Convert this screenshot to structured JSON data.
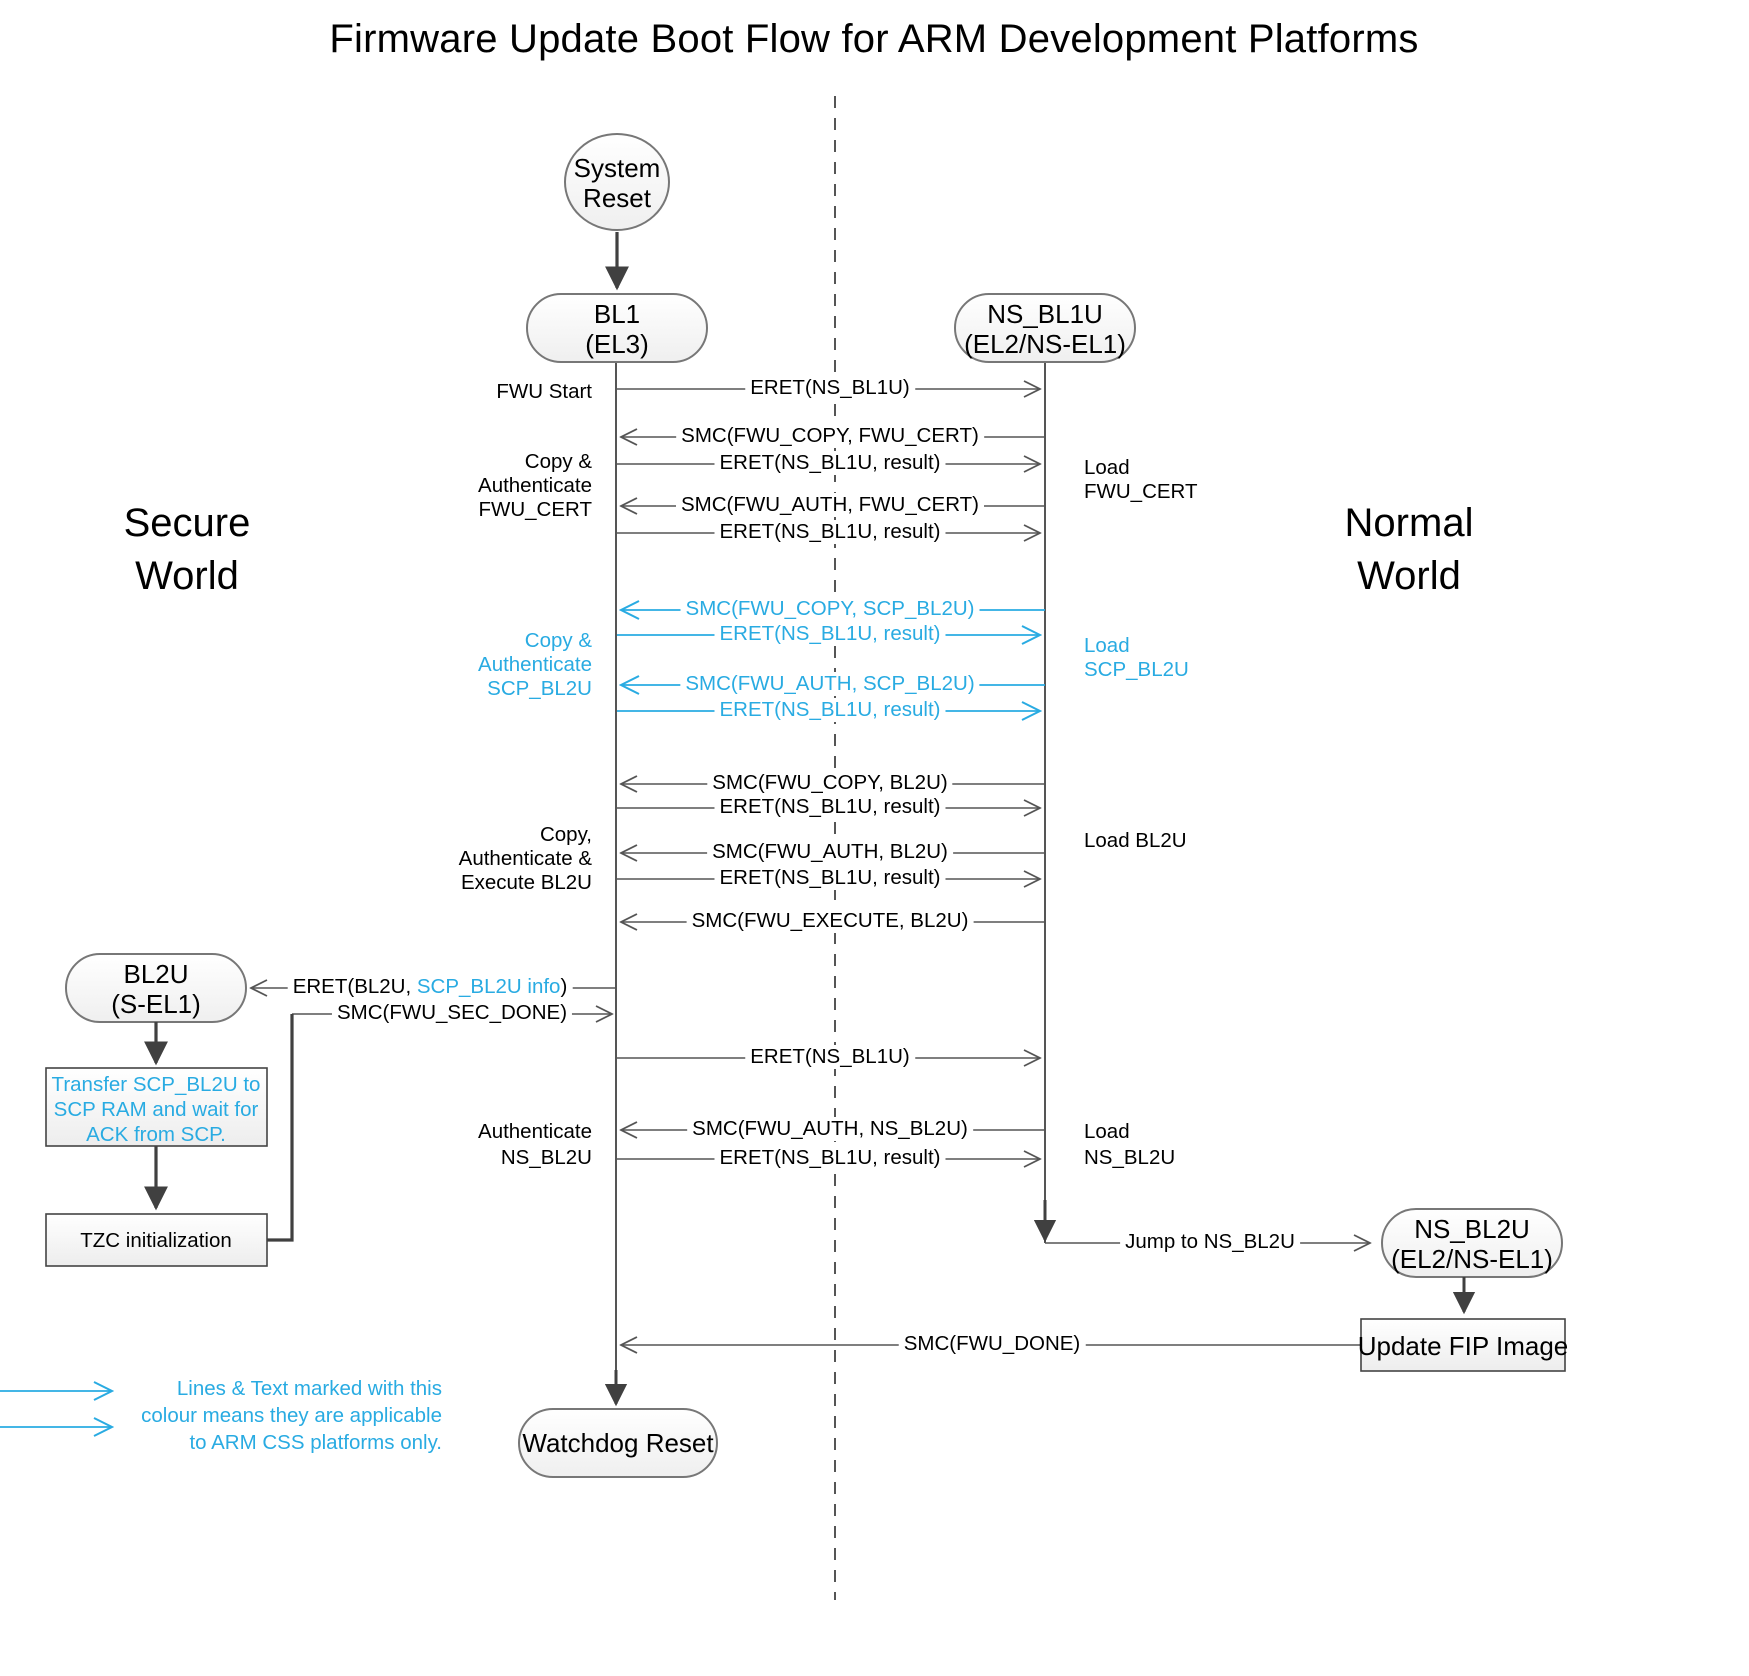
{
  "title": "Firmware Update Boot Flow for ARM Development Platforms",
  "colors": {
    "accent_cyan": "#29ABE2",
    "line_black": "#404040",
    "node_fill": "#f4f4f4",
    "text_black": "#000000"
  },
  "worlds": {
    "left": "Secure\nWorld",
    "left_line1": "Secure",
    "left_line2": "World",
    "right_line1": "Normal",
    "right_line2": "World"
  },
  "nodes": {
    "system_reset": {
      "line1": "System",
      "line2": "Reset",
      "shape": "ellipse"
    },
    "bl1": {
      "line1": "BL1",
      "line2": "(EL3)",
      "shape": "rounded"
    },
    "ns_bl1u": {
      "line1": "NS_BL1U",
      "line2": "(EL2/NS-EL1)",
      "shape": "rounded"
    },
    "bl2u": {
      "line1": "BL2U",
      "line2": "(S-EL1)",
      "shape": "rounded"
    },
    "ns_bl2u": {
      "line1": "NS_BL2U",
      "line2": "(EL2/NS-EL1)",
      "shape": "rounded"
    },
    "watchdog_reset": {
      "line1": "Watchdog Reset",
      "shape": "rounded"
    },
    "transfer_scp": {
      "line1": "Transfer SCP_BL2U to",
      "line2": "SCP RAM and wait for",
      "line3": "ACK from SCP.",
      "shape": "rect",
      "color": "#29ABE2"
    },
    "tzc_init": {
      "line1": "TZC initialization",
      "shape": "rect",
      "color": "#000000"
    },
    "update_fip": {
      "line1": "Update FIP Image",
      "shape": "rect",
      "color": "#000000"
    }
  },
  "messages": [
    {
      "id": "m1",
      "label": "ERET(NS_BL1U)",
      "dir": "right",
      "color": "#404040"
    },
    {
      "id": "m2",
      "label": "SMC(FWU_COPY, FWU_CERT)",
      "dir": "left",
      "color": "#404040"
    },
    {
      "id": "m3",
      "label": "ERET(NS_BL1U, result)",
      "dir": "right",
      "color": "#404040"
    },
    {
      "id": "m4",
      "label": "SMC(FWU_AUTH, FWU_CERT)",
      "dir": "left",
      "color": "#404040"
    },
    {
      "id": "m5",
      "label": "ERET(NS_BL1U, result)",
      "dir": "right",
      "color": "#404040"
    },
    {
      "id": "m6",
      "label": "SMC(FWU_COPY, SCP_BL2U)",
      "dir": "left",
      "color": "#29ABE2"
    },
    {
      "id": "m7",
      "label": "ERET(NS_BL1U, result)",
      "dir": "right",
      "color": "#29ABE2"
    },
    {
      "id": "m8",
      "label": "SMC(FWU_AUTH, SCP_BL2U)",
      "dir": "left",
      "color": "#29ABE2"
    },
    {
      "id": "m9",
      "label": "ERET(NS_BL1U, result)",
      "dir": "right",
      "color": "#29ABE2"
    },
    {
      "id": "m10",
      "label": "SMC(FWU_COPY, BL2U)",
      "dir": "left",
      "color": "#404040"
    },
    {
      "id": "m11",
      "label": "ERET(NS_BL1U, result)",
      "dir": "right",
      "color": "#404040"
    },
    {
      "id": "m12",
      "label": "SMC(FWU_AUTH, BL2U)",
      "dir": "left",
      "color": "#404040"
    },
    {
      "id": "m13",
      "label": "ERET(NS_BL1U, result)",
      "dir": "right",
      "color": "#404040"
    },
    {
      "id": "m14",
      "label": "SMC(FWU_EXECUTE, BL2U)",
      "dir": "left",
      "color": "#404040"
    },
    {
      "id": "m15",
      "label_pre": "ERET(BL2U, ",
      "label_cy": "SCP_BL2U info",
      "label_post": ")",
      "dir": "left",
      "color": "#404040"
    },
    {
      "id": "m16",
      "label": "SMC(FWU_SEC_DONE)",
      "dir": "right",
      "color": "#404040"
    },
    {
      "id": "m17",
      "label": "ERET(NS_BL1U)",
      "dir": "right",
      "color": "#404040"
    },
    {
      "id": "m18",
      "label": "SMC(FWU_AUTH, NS_BL2U)",
      "dir": "left",
      "color": "#404040"
    },
    {
      "id": "m19",
      "label": "ERET(NS_BL1U, result)",
      "dir": "right",
      "color": "#404040"
    },
    {
      "id": "m20",
      "label": "Jump to NS_BL2U",
      "dir": "right",
      "color": "#404040"
    },
    {
      "id": "m21",
      "label": "SMC(FWU_DONE)",
      "dir": "left",
      "color": "#404040"
    }
  ],
  "side_labels": {
    "left": [
      {
        "id": "s1",
        "lines": [
          "FWU Start"
        ],
        "color": "#000000"
      },
      {
        "id": "s2",
        "lines": [
          "Copy &",
          "Authenticate",
          "FWU_CERT"
        ],
        "color": "#000000"
      },
      {
        "id": "s3",
        "lines": [
          "Copy &",
          "Authenticate",
          "SCP_BL2U"
        ],
        "color": "#29ABE2"
      },
      {
        "id": "s4",
        "lines": [
          "Copy,",
          "Authenticate &",
          "Execute BL2U"
        ],
        "color": "#000000"
      },
      {
        "id": "s5",
        "lines": [
          "Authenticate",
          "NS_BL2U"
        ],
        "color": "#000000"
      }
    ],
    "right": [
      {
        "id": "r1",
        "lines": [
          "Load",
          "FWU_CERT"
        ],
        "color": "#000000"
      },
      {
        "id": "r2",
        "lines": [
          "Load",
          "SCP_BL2U"
        ],
        "color": "#29ABE2"
      },
      {
        "id": "r3",
        "lines": [
          "Load BL2U"
        ],
        "color": "#000000"
      },
      {
        "id": "r4",
        "lines": [
          "Load",
          "NS_BL2U"
        ],
        "color": "#000000"
      }
    ]
  },
  "legend": {
    "line1": "Lines & Text marked with this",
    "line2": "colour means they are applicable",
    "line3": "to ARM CSS platforms only.",
    "color": "#29ABE2"
  }
}
